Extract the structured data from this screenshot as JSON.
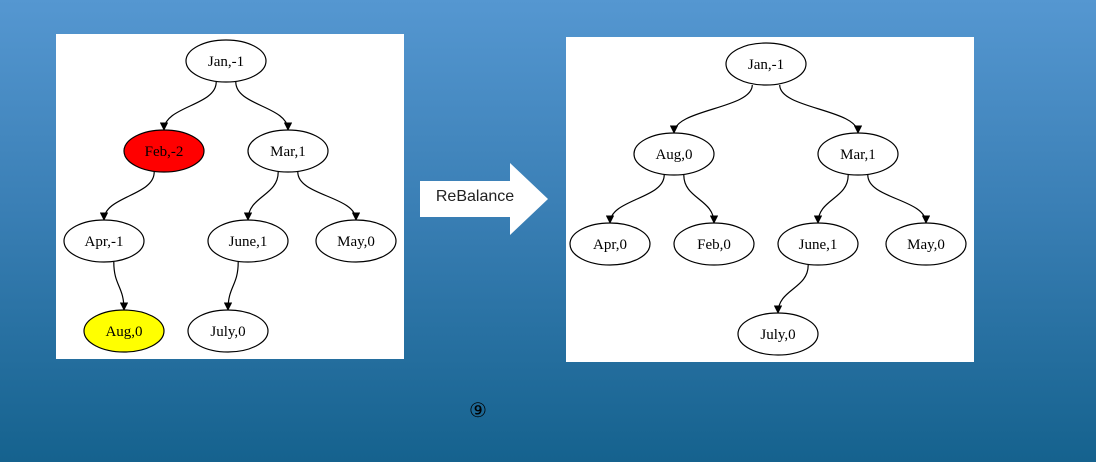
{
  "left_tree": {
    "nodes": [
      {
        "id": "jan",
        "label": "Jan,-1",
        "fill": "#ffffff"
      },
      {
        "id": "feb",
        "label": "Feb,-2",
        "fill": "#ff0000"
      },
      {
        "id": "mar",
        "label": "Mar,1",
        "fill": "#ffffff"
      },
      {
        "id": "apr",
        "label": "Apr,-1",
        "fill": "#ffffff"
      },
      {
        "id": "june",
        "label": "June,1",
        "fill": "#ffffff"
      },
      {
        "id": "may",
        "label": "May,0",
        "fill": "#ffffff"
      },
      {
        "id": "aug",
        "label": "Aug,0",
        "fill": "#ffff00"
      },
      {
        "id": "july",
        "label": "July,0",
        "fill": "#ffffff"
      }
    ],
    "edges": [
      [
        "jan",
        "feb"
      ],
      [
        "jan",
        "mar"
      ],
      [
        "feb",
        "apr"
      ],
      [
        "mar",
        "june"
      ],
      [
        "mar",
        "may"
      ],
      [
        "apr",
        "aug"
      ],
      [
        "june",
        "july"
      ]
    ]
  },
  "action": {
    "label": "ReBalance"
  },
  "right_tree": {
    "nodes": [
      {
        "id": "jan",
        "label": "Jan,-1",
        "fill": "#ffffff"
      },
      {
        "id": "aug",
        "label": "Aug,0",
        "fill": "#ffffff"
      },
      {
        "id": "mar",
        "label": "Mar,1",
        "fill": "#ffffff"
      },
      {
        "id": "apr",
        "label": "Apr,0",
        "fill": "#ffffff"
      },
      {
        "id": "feb",
        "label": "Feb,0",
        "fill": "#ffffff"
      },
      {
        "id": "june",
        "label": "June,1",
        "fill": "#ffffff"
      },
      {
        "id": "may",
        "label": "May,0",
        "fill": "#ffffff"
      },
      {
        "id": "july",
        "label": "July,0",
        "fill": "#ffffff"
      }
    ],
    "edges": [
      [
        "jan",
        "aug"
      ],
      [
        "jan",
        "mar"
      ],
      [
        "aug",
        "apr"
      ],
      [
        "aug",
        "feb"
      ],
      [
        "mar",
        "june"
      ],
      [
        "mar",
        "may"
      ],
      [
        "june",
        "july"
      ]
    ]
  },
  "slide": {
    "number": "⑨"
  }
}
